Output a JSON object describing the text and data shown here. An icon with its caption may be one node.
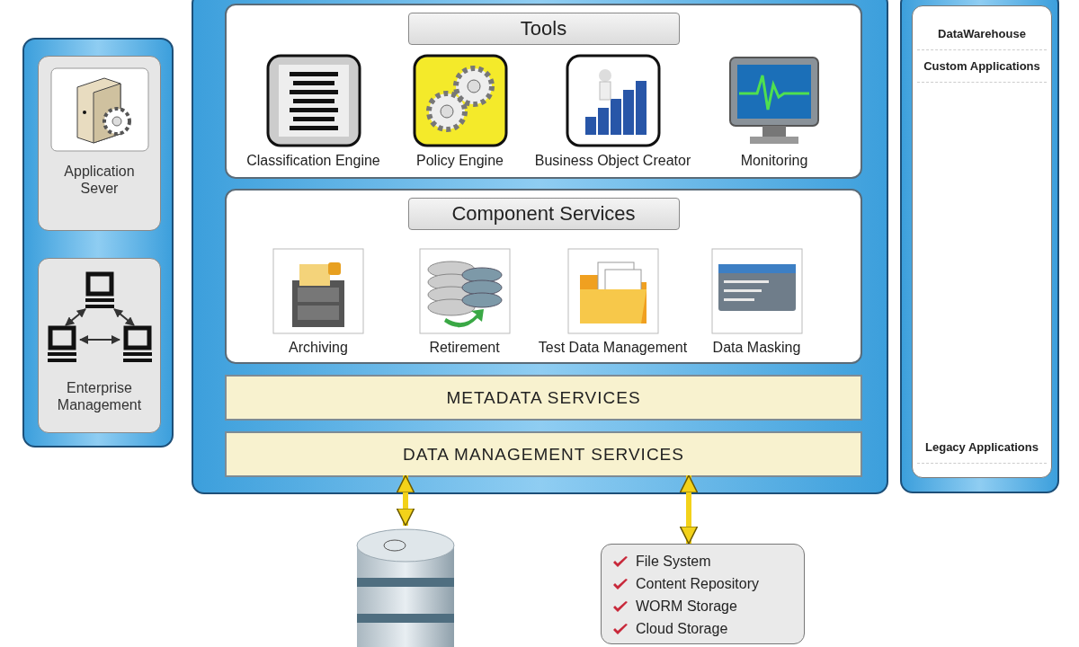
{
  "diagram": {
    "nodes": [
      {
        "text": [],
        "shape": "box"
      },
      {
        "text": [
          "Tools"
        ],
        "in": 0
      },
      {
        "text": [
          "Classification Engine"
        ],
        "in": 1
      },
      {
        "text": [
          "Policy Engine"
        ],
        "in": 1
      },
      {
        "text": [
          "Business Object Creator"
        ],
        "in": 1
      },
      {
        "text": [
          "Monitoring"
        ],
        "in": 1
      },
      {
        "text": [
          "Component Services"
        ],
        "in": 0
      },
      {
        "text": [
          "Archiving"
        ],
        "in": 6
      },
      {
        "text": [
          "Retirement"
        ],
        "in": 6
      },
      {
        "text": [
          "Test Data Management"
        ],
        "in": 6
      },
      {
        "text": [
          "Data Masking"
        ],
        "in": 6
      },
      {
        "text": [
          "METADATA SERVICES"
        ],
        "in": 0
      },
      {
        "text": [
          "DATA MANAGEMENT SERVICES"
        ],
        "in": 0
      },
      {
        "text": [],
        "shape": "box"
      },
      {
        "text": [
          "Application Sever"
        ],
        "in": 13
      },
      {
        "text": [
          "Enterprise Management"
        ],
        "in": 13
      },
      {
        "text": [],
        "shape": "box"
      },
      {
        "text": [
          "DataWarehouse"
        ],
        "in": 16
      },
      {
        "text": [
          "Custom Applications"
        ],
        "in": 16
      },
      {
        "text": [
          "Legacy Applications"
        ],
        "in": 16
      },
      {
        "text": [],
        "shape": "cylinder"
      },
      {
        "text": [
          "File System",
          "Content Repository",
          "WORM Storage",
          "Cloud Storage"
        ]
      }
    ],
    "edges": [
      {
        "from": 12,
        "to": 20,
        "arrow": "both"
      },
      {
        "from": 12,
        "to": 21,
        "arrow": "both"
      }
    ]
  }
}
